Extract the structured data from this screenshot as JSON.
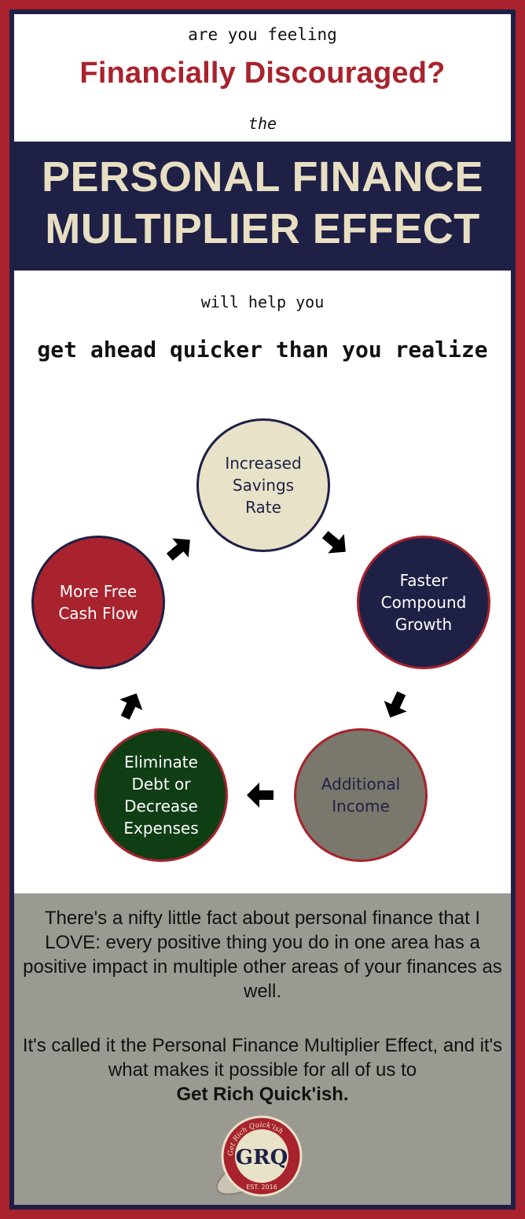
{
  "intro": {
    "question_line": "are you feeling",
    "headline": "Financially Discouraged?",
    "connector": "the"
  },
  "title": {
    "line1": "PERSONAL FINANCE",
    "line2": "MULTIPLIER EFFECT"
  },
  "subtitle": {
    "help_line": "will help you",
    "ahead_line": "get ahead quicker than you realize"
  },
  "cycle": {
    "nodes": [
      {
        "label": "Increased\nSavings\nRate",
        "fill": "#e8e2c8",
        "text_color": "#1f2046"
      },
      {
        "label": "Faster\nCompound\nGrowth",
        "fill": "#1f2046",
        "text_color": "#ffffff"
      },
      {
        "label": "Additional\nIncome",
        "fill": "#7a776c",
        "text_color": "#1f2046"
      },
      {
        "label": "Eliminate\nDebt or\nDecrease\nExpenses",
        "fill": "#0f3d14",
        "text_color": "#ffffff"
      },
      {
        "label": "More Free\nCash Flow",
        "fill": "#a8232d",
        "text_color": "#ffffff"
      }
    ],
    "arrow_icon": "block-arrow-icon"
  },
  "body": {
    "para1": "There's a nifty little fact about personal finance that I LOVE: every positive thing you do in one area has a positive impact in multiple other areas of your finances as well.",
    "para2": "It's called it the Personal Finance Multiplier Effect, and it's what makes it possible for all of us to",
    "tagline": "Get Rich Quick'ish."
  },
  "logo": {
    "arc_text": "Get Rich Quick'ish",
    "monogram": "GRQ",
    "established": "EST. 2016"
  },
  "colors": {
    "brand_red": "#a8232d",
    "navy": "#1f2046",
    "cream": "#e8dfc3",
    "panel_gray": "#9b9a92"
  }
}
